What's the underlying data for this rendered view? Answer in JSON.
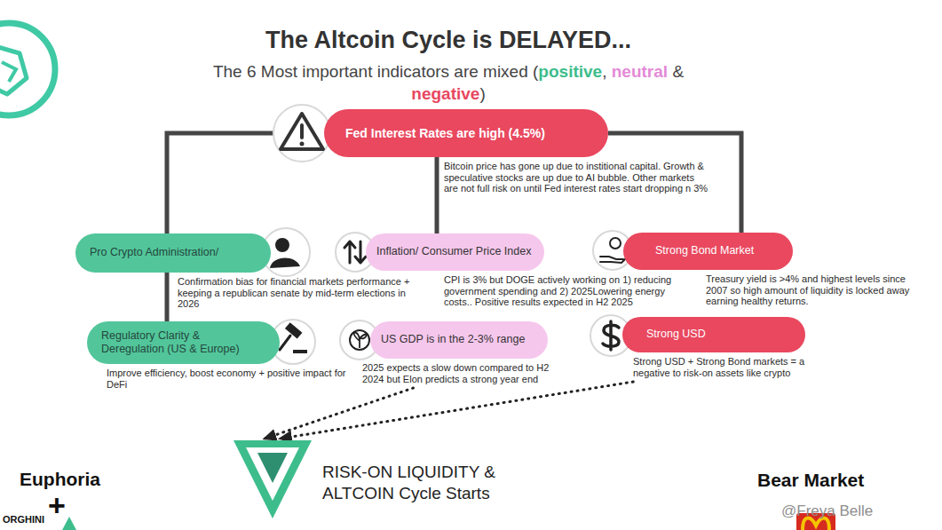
{
  "diagram": {
    "title": "The Altcoin Cycle is DELAYED...",
    "nodes": [
      {
        "text": [
          "Fed Interest Rates are high (4.5%)",
          "Bitcoin price has gone up due to institional capital. Growth & speculative stocks are up due to AI bubble. Other markets are not full risk on until Fed interest rates start dropping n 3%"
        ]
      },
      {
        "text": [
          "Pro Crypto Administration/",
          "Confirmation bias for financial markets performance + keeping a republican senate by mid-term elections in 2026"
        ]
      },
      {
        "text": [
          "Inflation/ Consumer Price Index",
          "CPI is 3% but DOGE actively working on 1) reducing government spending and 2) 2025Lowering energy costs.. Positive results expected in H2 2025"
        ]
      },
      {
        "text": [
          "Strong Bond Market",
          "Treasury yield is >4% and highest levels since 2007 so high amount of liquidity is locked away earning healthy returns."
        ]
      },
      {
        "text": [
          "Regulatory Clarity & Deregulation (US & Europe)",
          "Improve efficiency, boost economy + positive impact for DeFi"
        ]
      },
      {
        "text": [
          "US GDP is in the 2-3% range",
          "2025 expects a slow down compared to H2 2024 but Elon predicts a strong year end"
        ]
      },
      {
        "text": [
          "Strong USD",
          "Strong USD + Strong Bond markets = a negative to risk-on assets like crypto"
        ]
      },
      {
        "text": [
          "RISK-ON LIQUIDITY & ALTCOIN Cycle Starts"
        ]
      }
    ],
    "edges": [
      {
        "from": 0,
        "to": 1,
        "arrow": "none"
      },
      {
        "from": 1,
        "to": 4,
        "arrow": "none"
      },
      {
        "from": 0,
        "to": 2,
        "arrow": "none"
      },
      {
        "from": 0,
        "to": 3,
        "arrow": "none"
      },
      {
        "from": 5,
        "to": 7,
        "arrow": "to"
      },
      {
        "from": 6,
        "to": 7,
        "arrow": "to"
      }
    ],
    "labels": [
      "The 6 Most important indicators are mixed (",
      "positive",
      ",",
      "neutral",
      "&",
      "negative",
      ")",
      "Euphoria",
      "+",
      "ORGHINI",
      "Bear Market",
      "@Freya Belle"
    ]
  }
}
